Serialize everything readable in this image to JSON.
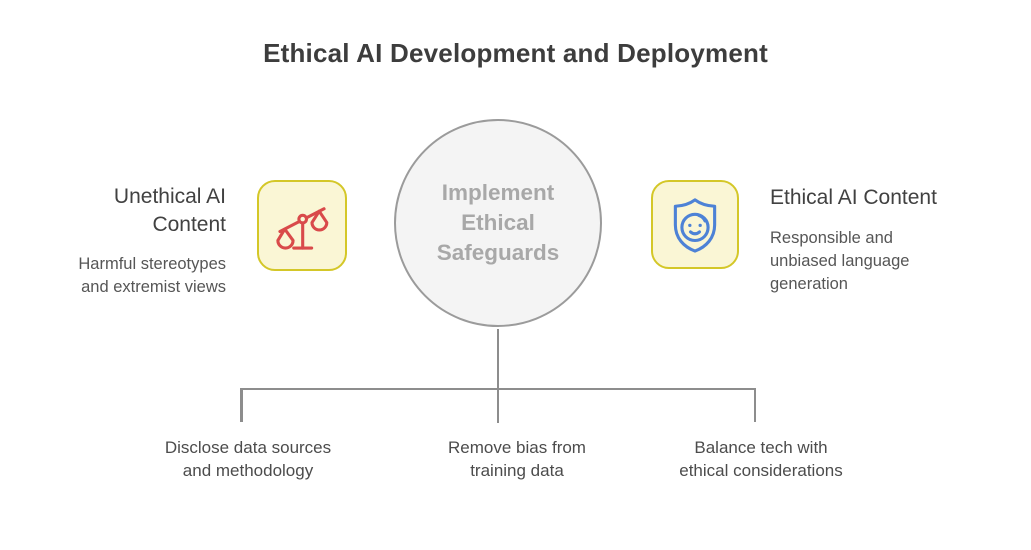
{
  "title": "Ethical AI Development and Deployment",
  "center_node": {
    "label": "Implement\nEthical\nSafeguards"
  },
  "left_item": {
    "heading": "Unethical AI\nContent",
    "description": "Harmful stereotypes\nand extremist views",
    "icon": "unbalanced-scales-icon"
  },
  "right_item": {
    "heading": "Ethical AI Content",
    "description": "Responsible and\nunbiased language\ngeneration",
    "icon": "shield-smiley-icon"
  },
  "branches": [
    {
      "label": "Disclose data sources\nand methodology"
    },
    {
      "label": "Remove bias from\ntraining data"
    },
    {
      "label": "Balance tech with\nethical considerations"
    }
  ],
  "colors": {
    "title_text": "#3d3d3d",
    "heading_text": "#414141",
    "body_text": "#565656",
    "circle_fill": "#f4f4f4",
    "circle_border": "#9b9b9b",
    "circle_text": "#a8a8a8",
    "icon_box_fill": "#faf6d5",
    "icon_box_border": "#d4c728",
    "scales_red": "#d94a4a",
    "shield_blue": "#4d82d6",
    "connector_line": "#8d8d8d"
  }
}
